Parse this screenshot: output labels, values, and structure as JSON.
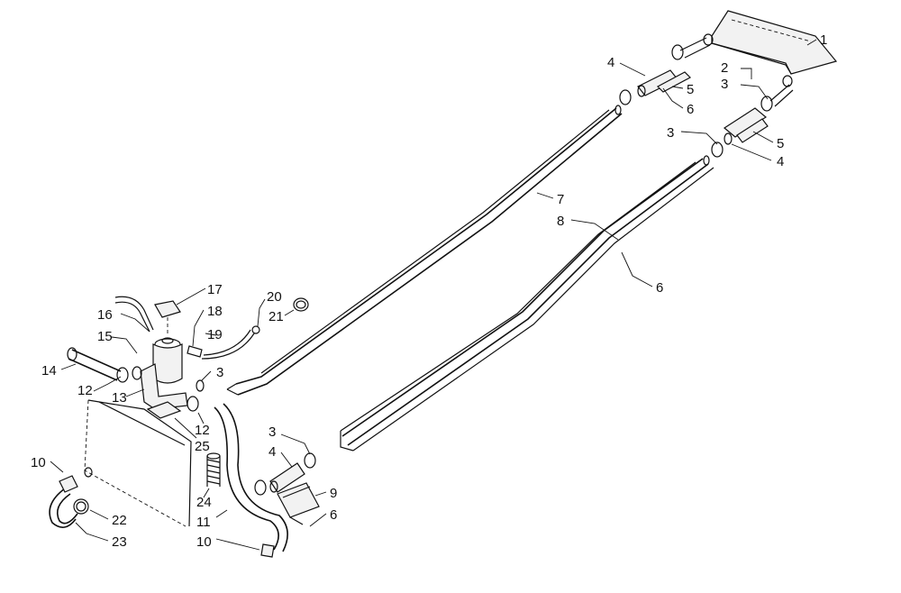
{
  "parts": [
    {
      "id": "1",
      "label": "1"
    },
    {
      "id": "2",
      "label": "2"
    },
    {
      "id": "3",
      "label": "3"
    },
    {
      "id": "4",
      "label": "4"
    },
    {
      "id": "5",
      "label": "5"
    },
    {
      "id": "6",
      "label": "6"
    },
    {
      "id": "7",
      "label": "7"
    },
    {
      "id": "8",
      "label": "8"
    },
    {
      "id": "9",
      "label": "9"
    },
    {
      "id": "10",
      "label": "10"
    },
    {
      "id": "11",
      "label": "11"
    },
    {
      "id": "12",
      "label": "12"
    },
    {
      "id": "13",
      "label": "13"
    },
    {
      "id": "14",
      "label": "14"
    },
    {
      "id": "15",
      "label": "15"
    },
    {
      "id": "16",
      "label": "16"
    },
    {
      "id": "17",
      "label": "17"
    },
    {
      "id": "18",
      "label": "18"
    },
    {
      "id": "19",
      "label": "19"
    },
    {
      "id": "20",
      "label": "20"
    },
    {
      "id": "21",
      "label": "21"
    },
    {
      "id": "22",
      "label": "22"
    },
    {
      "id": "23",
      "label": "23"
    },
    {
      "id": "24",
      "label": "24"
    },
    {
      "id": "25",
      "label": "25"
    }
  ]
}
